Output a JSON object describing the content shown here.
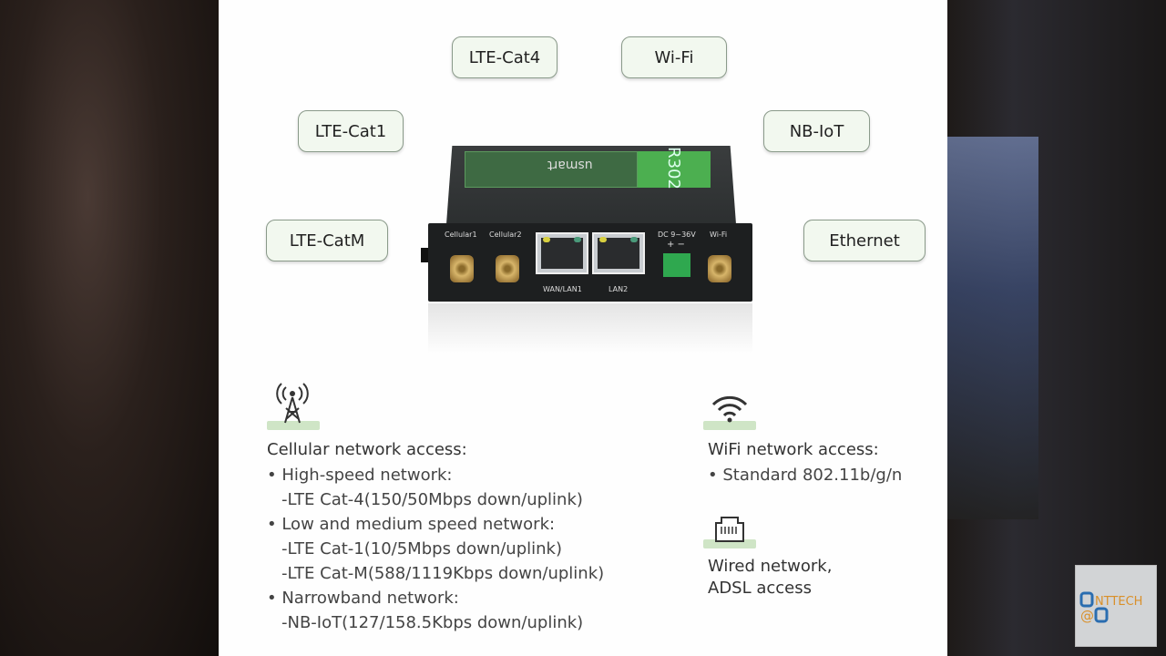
{
  "pills": {
    "cat4": "LTE-Cat4",
    "wifi": "Wi-Fi",
    "cat1": "LTE-Cat1",
    "nbiot": "NB-IoT",
    "catm": "LTE-CatM",
    "ethernet": "Ethernet"
  },
  "router": {
    "brand": "usmart",
    "model": "R302",
    "ports": {
      "cell1": "Cellular1",
      "cell2": "Cellular2",
      "wan": "WAN/LAN1",
      "lan2": "LAN2",
      "dc": "DC 9~36V",
      "dc_pol": "+  −",
      "wifi": "Wi-Fi"
    }
  },
  "cellular": {
    "title": "Cellular network access:",
    "lines": [
      "• High-speed network:",
      "-LTE Cat-4(150/50Mbps down/uplink)",
      "• Low and medium speed network:",
      "-LTE Cat-1(10/5Mbps down/uplink)",
      "-LTE Cat-M(588/1119Kbps down/uplink)",
      "• Narrowband network:",
      "-NB-IoT(127/158.5Kbps down/uplink)"
    ]
  },
  "wifi": {
    "title": "WiFi network access:",
    "lines": [
      "• Standard 802.11b/g/n"
    ]
  },
  "wired": {
    "lines": [
      "Wired network,",
      "ADSL access"
    ]
  },
  "watermark": {
    "line1": "NTTECH",
    "line2": "@",
    "colors": {
      "blue": "#2a6db0",
      "orange": "#d9902a"
    }
  }
}
